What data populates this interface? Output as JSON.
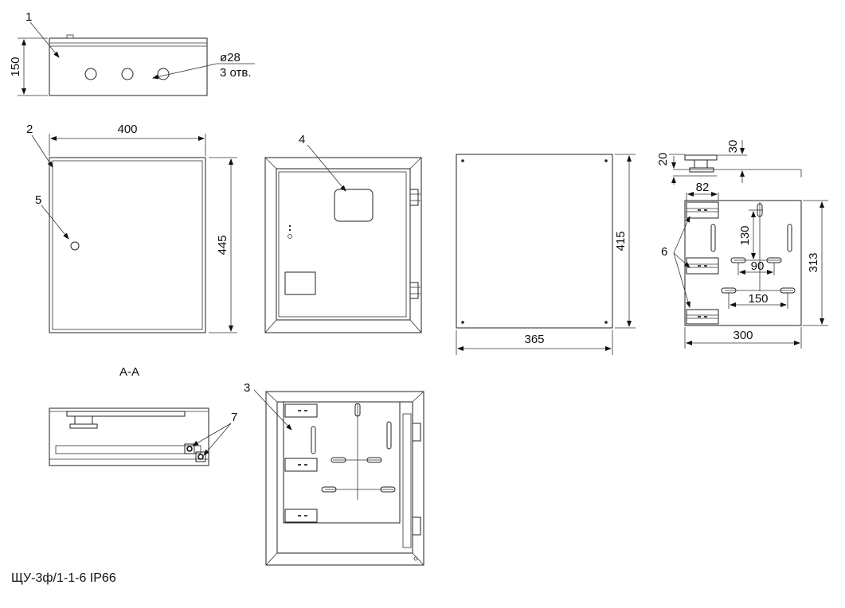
{
  "labels": {
    "l1": "1",
    "l2": "2",
    "l3": "3",
    "l4": "4",
    "l5": "5",
    "l6": "6",
    "l7": "7"
  },
  "dimensions": {
    "d150": "150",
    "hole_dia": "ø28",
    "hole_count": "3 отв.",
    "d400": "400",
    "d445": "445",
    "d415": "415",
    "d365": "365",
    "d20": "20",
    "d30": "30",
    "d82": "82",
    "d130": "130",
    "d90": "90",
    "d150b": "150",
    "d313": "313",
    "d300": "300"
  },
  "section_label": "А-А",
  "product_name": "ЩУ-3ф/1-1-6 IP66"
}
